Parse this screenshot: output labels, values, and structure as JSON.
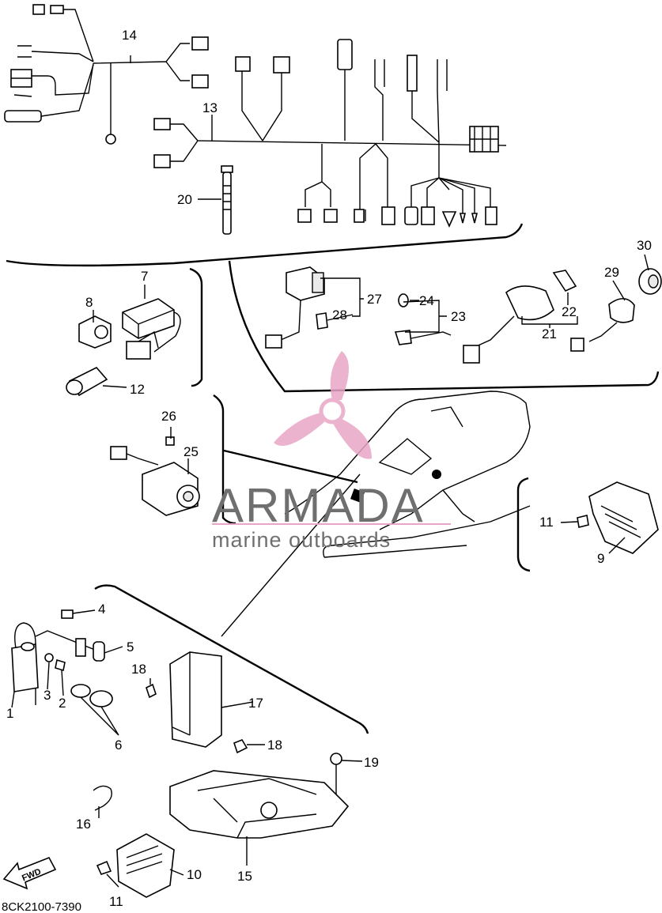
{
  "diagram": {
    "callouts": [
      {
        "id": "c1",
        "text": "1"
      },
      {
        "id": "c2",
        "text": "2"
      },
      {
        "id": "c3",
        "text": "3"
      },
      {
        "id": "c4",
        "text": "4"
      },
      {
        "id": "c5",
        "text": "5"
      },
      {
        "id": "c6",
        "text": "6"
      },
      {
        "id": "c7",
        "text": "7"
      },
      {
        "id": "c8",
        "text": "8"
      },
      {
        "id": "c9",
        "text": "9"
      },
      {
        "id": "c10",
        "text": "10"
      },
      {
        "id": "c11a",
        "text": "11"
      },
      {
        "id": "c11b",
        "text": "11"
      },
      {
        "id": "c12",
        "text": "12"
      },
      {
        "id": "c13",
        "text": "13"
      },
      {
        "id": "c14",
        "text": "14"
      },
      {
        "id": "c15",
        "text": "15"
      },
      {
        "id": "c16",
        "text": "16"
      },
      {
        "id": "c17",
        "text": "17"
      },
      {
        "id": "c18a",
        "text": "18"
      },
      {
        "id": "c18b",
        "text": "18"
      },
      {
        "id": "c19",
        "text": "19"
      },
      {
        "id": "c20",
        "text": "20"
      },
      {
        "id": "c21",
        "text": "21"
      },
      {
        "id": "c22",
        "text": "22"
      },
      {
        "id": "c23",
        "text": "23"
      },
      {
        "id": "c24",
        "text": "24"
      },
      {
        "id": "c25",
        "text": "25"
      },
      {
        "id": "c26",
        "text": "26"
      },
      {
        "id": "c27",
        "text": "27"
      },
      {
        "id": "c28",
        "text": "28"
      },
      {
        "id": "c29",
        "text": "29"
      },
      {
        "id": "c30",
        "text": "30"
      }
    ],
    "fwd_label": "FWD",
    "part_code": "8CK2100-7390"
  },
  "watermark": {
    "brand": "ARMADA",
    "tagline": "marine outboards",
    "logo_color": "#e8a6c6",
    "text_color": "#6f6f6f"
  }
}
